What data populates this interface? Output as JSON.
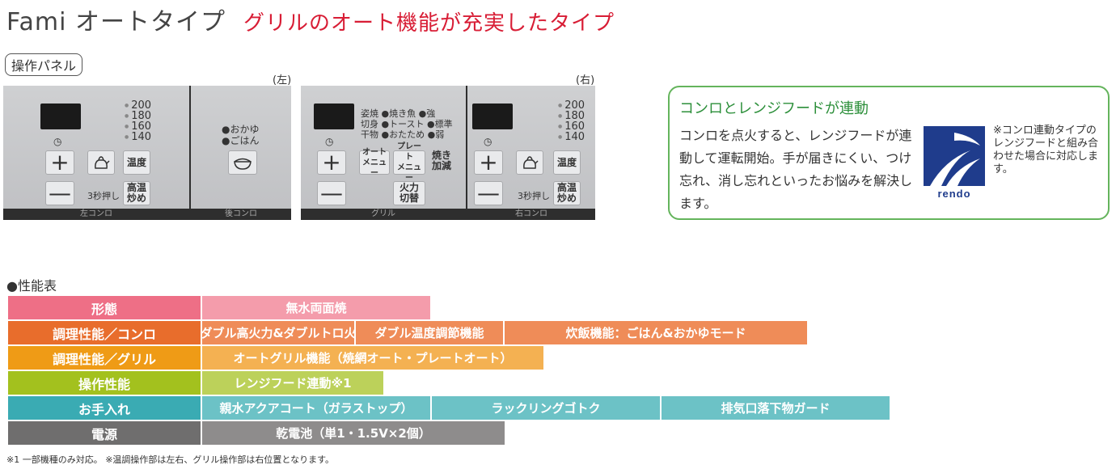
{
  "title": {
    "main": "Fami オートタイプ",
    "sub": "グリルのオート機能が充実したタイプ"
  },
  "panel_label": "操作パネル",
  "left_label": "(左)",
  "right_label": "(右)",
  "left_panel": {
    "temps": [
      "200",
      "180",
      "160",
      "140"
    ],
    "plus": "+",
    "minus": "—",
    "temp_btn": "温度",
    "press_3s": "3秒押し",
    "high_temp_btn": "高温\n炒め",
    "strip_left": "左コンロ",
    "rear_modes": [
      "おかゆ",
      "ごはん"
    ],
    "strip_rear": "後コンロ"
  },
  "grill_panel": {
    "modes": [
      "姿焼",
      "焼き魚",
      "強",
      "切身",
      "トースト",
      "標準",
      "干物",
      "おたため",
      "弱"
    ],
    "auto_menu": "オート\nメニュー",
    "plate_menu": "プレート\nメニュー",
    "adjust": "焼き\n加減",
    "fire_switch": "火力\n切替",
    "strip_grill": "グリル",
    "temps": [
      "200",
      "180",
      "160",
      "140"
    ],
    "temp_btn": "温度",
    "press_3s": "3秒押し",
    "high_temp_btn": "高温\n炒め",
    "strip_right": "右コンロ"
  },
  "info": {
    "title": "コンロとレンジフードが連動",
    "text": "コンロを点火すると、レンジフードが連動して運転開始。手が届きにくい、つけ忘れ、消し忘れといったお悩みを解決します。",
    "note": "※コンロ連動タイプのレンジフードと組み合わせた場合に対応します。",
    "logo_text": "rendo",
    "logo_color": "#1f3c8c"
  },
  "performance_heading": "●性能表",
  "performance": [
    {
      "label": "形態",
      "color": "#ee6f86",
      "cells": [
        {
          "text": "無水両面焼",
          "w": 282,
          "color": "#f49cab"
        }
      ]
    },
    {
      "label": "調理性能／コンロ",
      "color": "#e86d2c",
      "cells": [
        {
          "text": "ダブル高火力&ダブルトロ火",
          "w": 188,
          "color": "#ef8c58"
        },
        {
          "text": "ダブル温度調節機能",
          "w": 182,
          "color": "#ef8c58"
        },
        {
          "text": "炊飯機能：ごはん&おかゆモード",
          "w": 374,
          "color": "#ef8c58"
        }
      ]
    },
    {
      "label": "調理性能／グリル",
      "color": "#ef9b16",
      "cells": [
        {
          "text": "オートグリル機能（焼網オート・プレートオート）",
          "w": 422,
          "color": "#f4b152"
        }
      ]
    },
    {
      "label": "操作性能",
      "color": "#a3c11e",
      "cells": [
        {
          "text": "レンジフード連動※1",
          "w": 224,
          "color": "#bcd15a"
        }
      ]
    },
    {
      "label": "お手入れ",
      "color": "#3aabb3",
      "cells": [
        {
          "text": "親水アクアコート（ガラストップ）",
          "w": 282,
          "color": "#6cc2c6"
        },
        {
          "text": "ラックリングゴトク",
          "w": 282,
          "color": "#6cc2c6"
        },
        {
          "text": "排気口落下物ガード",
          "w": 282,
          "color": "#6cc2c6"
        }
      ]
    },
    {
      "label": "電源",
      "color": "#6f6e6e",
      "cells": [
        {
          "text": "乾電池（単1・1.5V×2個）",
          "w": 374,
          "color": "#8e8c8c"
        }
      ]
    }
  ],
  "footnote": "※1 一部機種のみ対応。 ※温調操作部は左右、グリル操作部は右位置となります。"
}
